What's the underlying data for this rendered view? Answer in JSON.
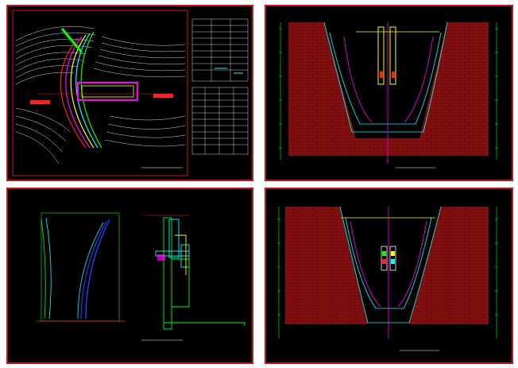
{
  "sheets": [
    {
      "id": "plan",
      "title": "",
      "note_label": "",
      "note_text": ""
    },
    {
      "id": "section-1",
      "title": "",
      "note_label": "",
      "note_text": ""
    },
    {
      "id": "elevation",
      "title": "",
      "note_label": "",
      "note_text": ""
    },
    {
      "id": "section-2",
      "title": "",
      "note_label": "",
      "note_text": ""
    }
  ],
  "colors": {
    "background": "#000000",
    "frame": "#ff2020",
    "brick": "#b01010",
    "water": "#00ffff",
    "axis": "#ff00ff",
    "ground": "#00ff00",
    "text": "#7fd7ff",
    "yellow": "#ffff00",
    "blue": "#2040ff",
    "white": "#ffffff"
  }
}
